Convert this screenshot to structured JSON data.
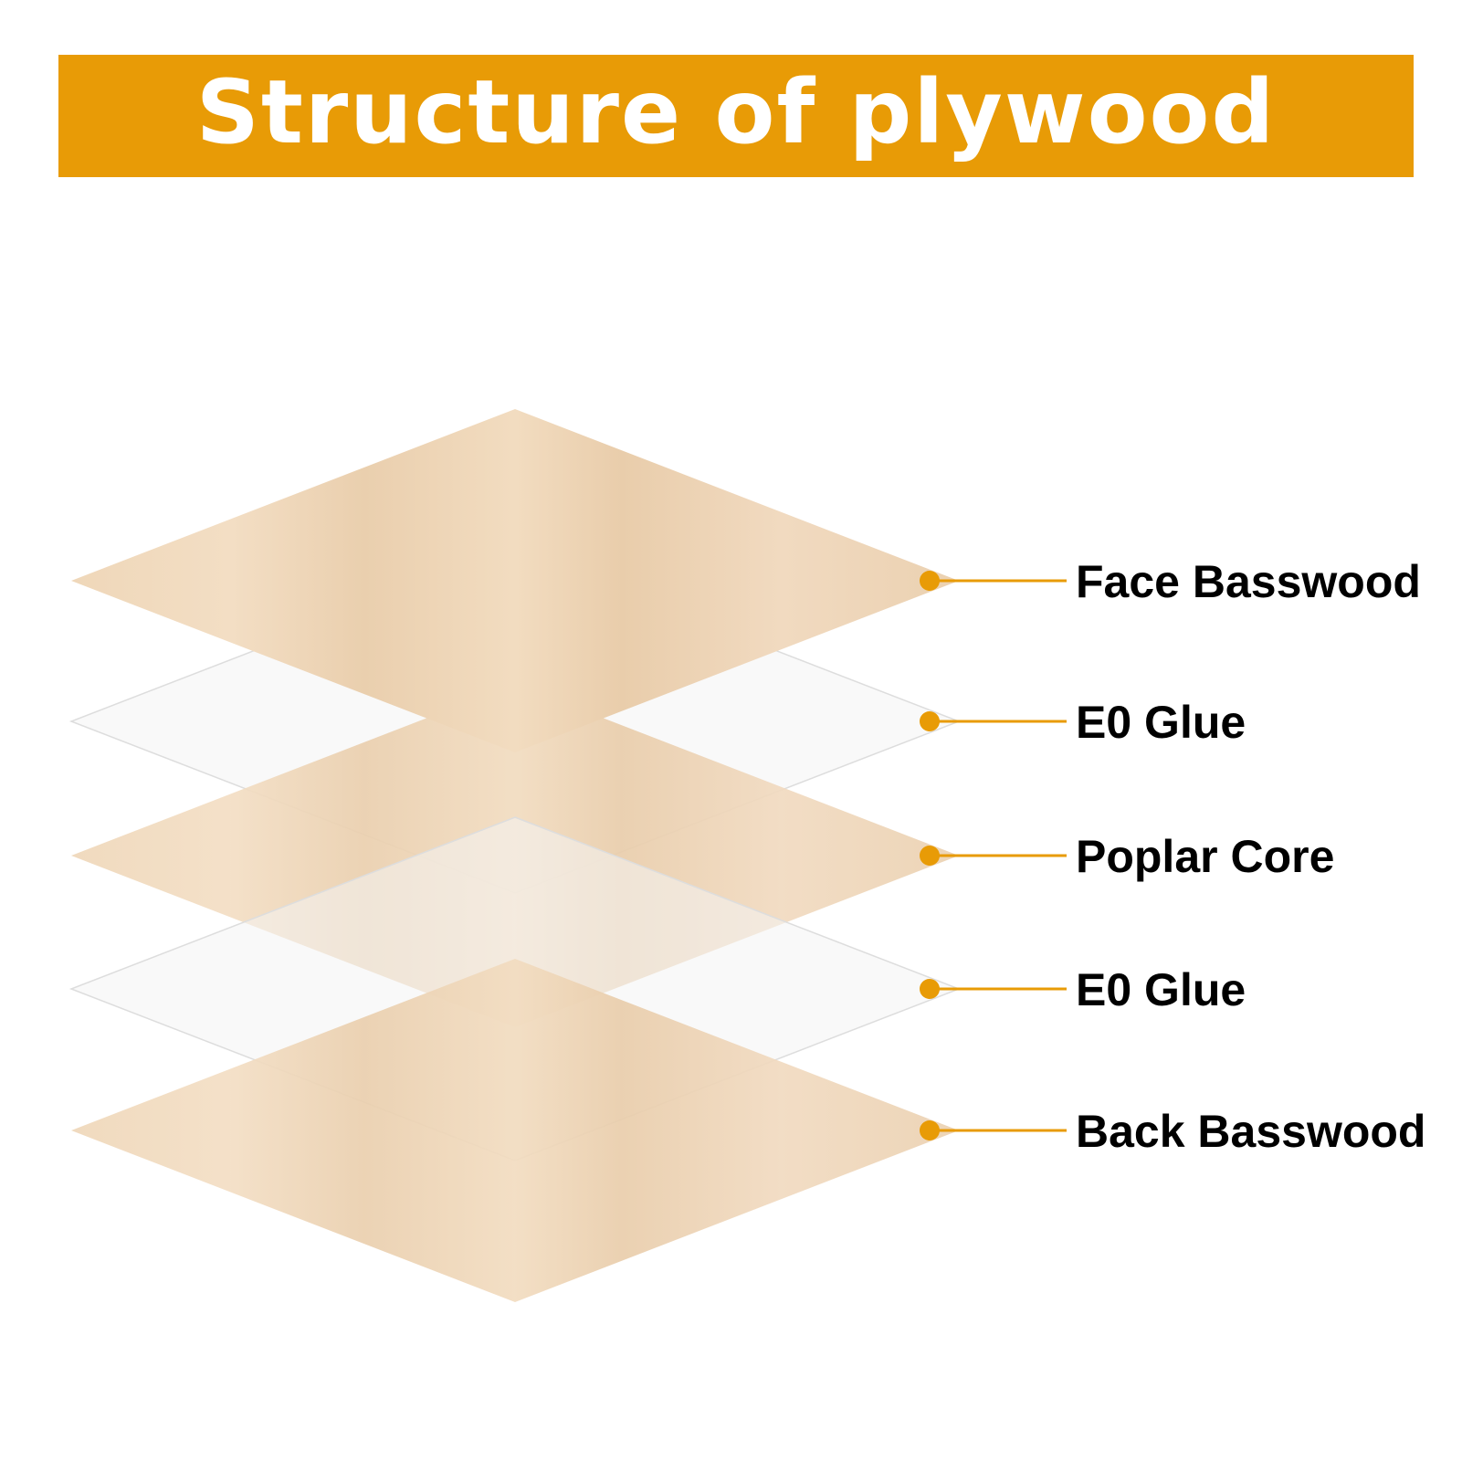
{
  "title": "Structure of plywood",
  "colors": {
    "accent": "#E89B06",
    "wood": "#EED6B8",
    "wood_light": "#F3E0C8",
    "glue": "#F4F4F4",
    "glue_edge": "#DDDDDD",
    "label": "#000000",
    "background": "#FFFFFF"
  },
  "layers": [
    {
      "label": "Face Basswood",
      "material": "wood"
    },
    {
      "label": "E0 Glue",
      "material": "glue"
    },
    {
      "label": "Poplar Core",
      "material": "wood"
    },
    {
      "label": "E0 Glue",
      "material": "glue"
    },
    {
      "label": "Back Basswood",
      "material": "wood"
    }
  ]
}
